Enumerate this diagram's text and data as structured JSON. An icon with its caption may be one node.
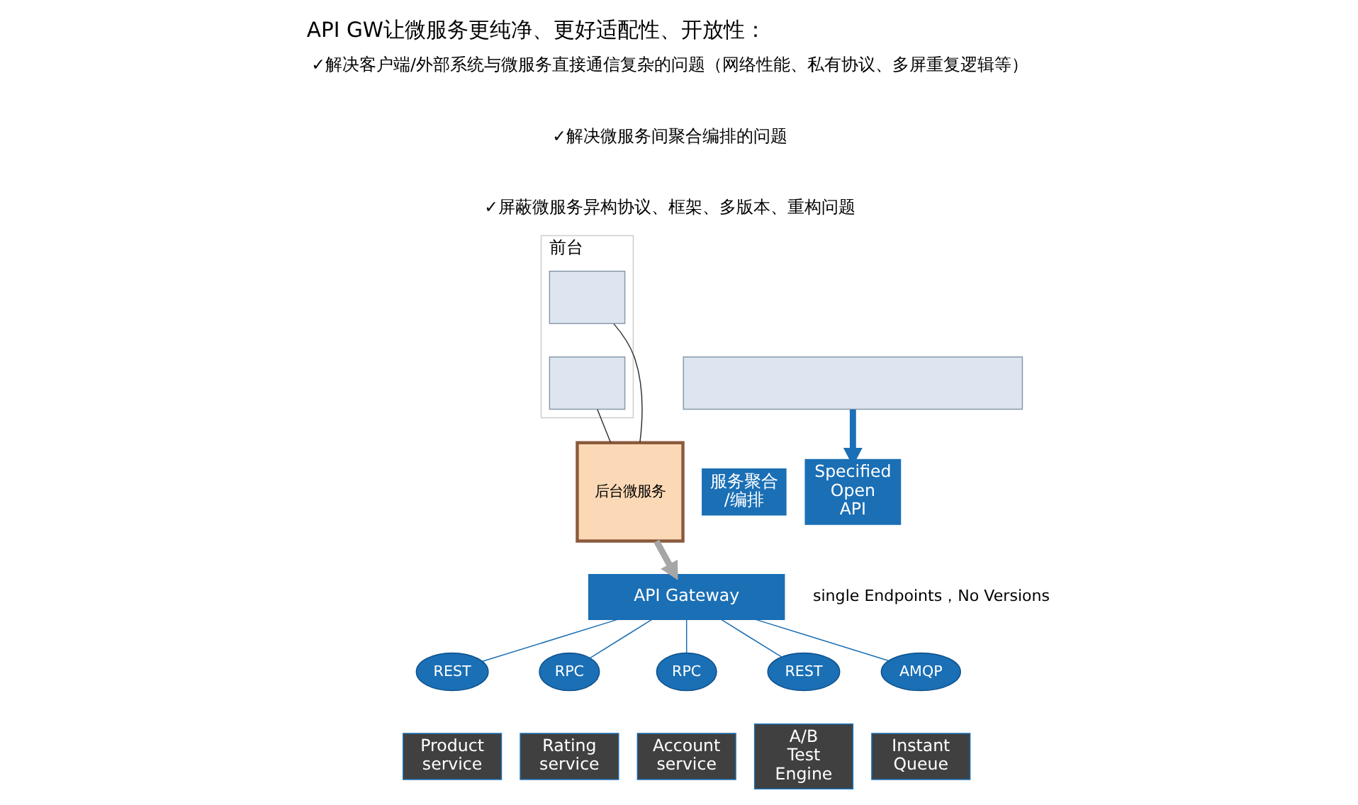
{
  "diagram": {
    "title": "API GW让微服务更纯净、更好适配性、开放性：",
    "nodes": [
      {
        "text": [
          "前台"
        ]
      },
      {
        "text": [],
        "shape": "box",
        "in": 0
      },
      {
        "text": [],
        "shape": "box",
        "in": 0
      },
      {
        "text": [
          "后台微服务"
        ]
      },
      {
        "text": [],
        "shape": "box"
      },
      {
        "text": [
          "服务聚合/编排"
        ]
      },
      {
        "text": [
          "Specified Open API"
        ]
      },
      {
        "text": [
          "API Gateway"
        ],
        "beside": [
          "single Endpoints，No Versions"
        ]
      },
      {
        "text": [
          "REST"
        ]
      },
      {
        "text": [
          "Product service"
        ]
      },
      {
        "text": [
          "RPC"
        ]
      },
      {
        "text": [
          "Rating service"
        ]
      },
      {
        "text": [
          "RPC"
        ]
      },
      {
        "text": [
          "Account service"
        ]
      },
      {
        "text": [
          "REST"
        ]
      },
      {
        "text": [
          "A/B Test Engine"
        ]
      },
      {
        "text": [
          "AMQP"
        ]
      },
      {
        "text": [
          "Instant Queue"
        ]
      }
    ],
    "edges": [
      {
        "from": 1,
        "to": 3,
        "arrow": "none",
        "color": "#333333"
      },
      {
        "from": 2,
        "to": 3,
        "arrow": "none",
        "color": "#333333"
      },
      {
        "from": 3,
        "to": 7,
        "arrow": "to",
        "style": "thick",
        "color": "#a6a6a6"
      },
      {
        "from": 4,
        "to": 6,
        "arrow": "to",
        "style": "thick"
      },
      {
        "from": 7,
        "to": 8,
        "arrow": "none"
      },
      {
        "from": 7,
        "to": 10,
        "arrow": "none"
      },
      {
        "from": 7,
        "to": 12,
        "arrow": "none"
      },
      {
        "from": 7,
        "to": 14,
        "arrow": "none"
      },
      {
        "from": 7,
        "to": 16,
        "arrow": "none"
      }
    ],
    "labels": [
      "✓解决客户端/外部系统与微服务直接通信复杂的问题（网络性能、私有协议、多屏重复逻辑等）",
      "✓解决微服务间聚合编排的问题",
      "✓屏蔽微服务异构协议、框架、多版本、重构问题"
    ]
  }
}
